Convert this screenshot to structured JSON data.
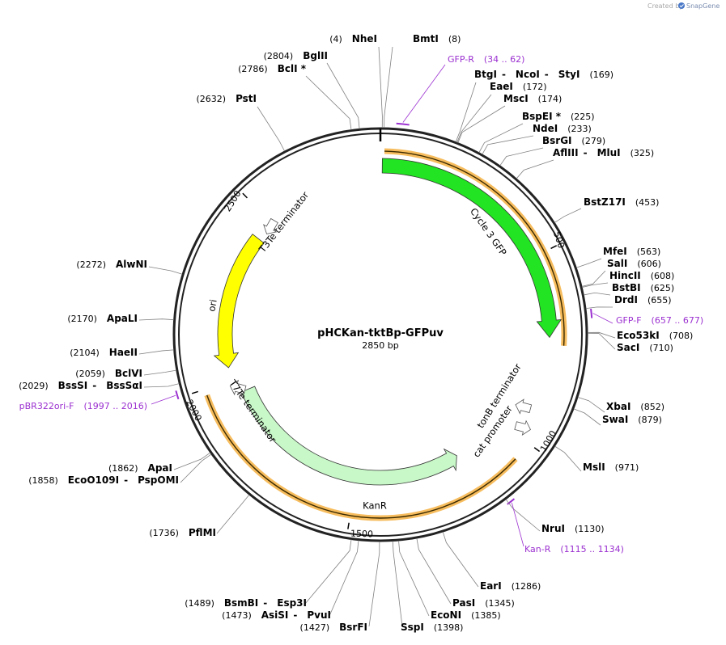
{
  "credit": {
    "created_by": "Created by",
    "brand": "SnapGene"
  },
  "map": {
    "name": "pHCKan-tktBp-GFPuv",
    "length_label": "2850 bp",
    "length": 2850
  },
  "ticks": [
    {
      "pos": 500,
      "label": "500"
    },
    {
      "pos": 1000,
      "label": "1000"
    },
    {
      "pos": 1500,
      "label": "1500"
    },
    {
      "pos": 2000,
      "label": "2000"
    },
    {
      "pos": 2500,
      "label": "2500"
    }
  ],
  "features": [
    {
      "name": "Cycle 3 GFP",
      "start": 0,
      "end": 720,
      "strand": 1,
      "color": "#22e422",
      "type": "cds"
    },
    {
      "name": "KanR",
      "start": 1170,
      "end": 1960,
      "strand": -1,
      "color": "#c8f7c8",
      "type": "cds"
    },
    {
      "name": "ori",
      "start": 2040,
      "end": 2440,
      "strand": -1,
      "color": "#ffff00",
      "type": "ori"
    },
    {
      "name": "T3Te terminator",
      "start": 2470,
      "end": 2510,
      "strand": -1,
      "color": "#ffffff",
      "type": "terminator"
    },
    {
      "name": "T7Te terminator",
      "start": 1960,
      "end": 1990,
      "strand": -1,
      "color": "#ffffff",
      "type": "terminator"
    },
    {
      "name": "tonB terminator",
      "start": 950,
      "end": 985,
      "strand": 1,
      "color": "#ffffff",
      "type": "terminator"
    },
    {
      "name": "cat promoter",
      "start": 905,
      "end": 960,
      "strand": -1,
      "color": "#ffffff",
      "type": "promoter"
    }
  ],
  "orange_arcs": [
    {
      "name": "tktBp-GFPuv region",
      "start": 10,
      "end": 740,
      "color": "#f5b041"
    },
    {
      "name": "kan region",
      "start": 1050,
      "end": 1985,
      "color": "#f5b041"
    }
  ],
  "enzymes": [
    {
      "id": "nhei",
      "parts": [
        {
          "pos": "(4)"
        },
        {
          "name": "NheI"
        }
      ],
      "site": 4
    },
    {
      "id": "bmti",
      "parts": [
        {
          "name": "BmtI"
        },
        {
          "pos": "(8)"
        }
      ],
      "site": 8
    },
    {
      "id": "bglii",
      "parts": [
        {
          "pos": "(2804)"
        },
        {
          "name": "BglII"
        }
      ],
      "site": 2804
    },
    {
      "id": "bcli",
      "parts": [
        {
          "pos": "(2786)"
        },
        {
          "name": "BclI *"
        }
      ],
      "site": 2786
    },
    {
      "id": "psti",
      "parts": [
        {
          "pos": "(2632)"
        },
        {
          "name": "PstI"
        }
      ],
      "site": 2632
    },
    {
      "id": "btgi",
      "parts": [
        {
          "name": "BtgI"
        },
        {
          "sep": "-"
        },
        {
          "name": "NcoI"
        },
        {
          "sep": "-"
        },
        {
          "name": "StyI"
        },
        {
          "pos": "(169)"
        }
      ],
      "site": 169
    },
    {
      "id": "eaei",
      "parts": [
        {
          "name": "EaeI"
        },
        {
          "pos": "(172)"
        }
      ],
      "site": 172
    },
    {
      "id": "msci",
      "parts": [
        {
          "name": "MscI"
        },
        {
          "pos": "(174)"
        }
      ],
      "site": 174
    },
    {
      "id": "bspei",
      "parts": [
        {
          "name": "BspEI *"
        },
        {
          "pos": "(225)"
        }
      ],
      "site": 225
    },
    {
      "id": "ndei",
      "parts": [
        {
          "name": "NdeI"
        },
        {
          "pos": "(233)"
        }
      ],
      "site": 233
    },
    {
      "id": "bsrgi",
      "parts": [
        {
          "name": "BsrGI"
        },
        {
          "pos": "(279)"
        }
      ],
      "site": 279
    },
    {
      "id": "afliii",
      "parts": [
        {
          "name": "AflIII"
        },
        {
          "sep": "-"
        },
        {
          "name": "MluI"
        },
        {
          "pos": "(325)"
        }
      ],
      "site": 325
    },
    {
      "id": "bstz17i",
      "parts": [
        {
          "name": "BstZ17I"
        },
        {
          "pos": "(453)"
        }
      ],
      "site": 453
    },
    {
      "id": "mfei",
      "parts": [
        {
          "name": "MfeI"
        },
        {
          "pos": "(563)"
        }
      ],
      "site": 563
    },
    {
      "id": "sali",
      "parts": [
        {
          "name": "SalI"
        },
        {
          "pos": "(606)"
        }
      ],
      "site": 606
    },
    {
      "id": "hincii",
      "parts": [
        {
          "name": "HincII"
        },
        {
          "pos": "(608)"
        }
      ],
      "site": 608
    },
    {
      "id": "bstbi",
      "parts": [
        {
          "name": "BstBI"
        },
        {
          "pos": "(625)"
        }
      ],
      "site": 625
    },
    {
      "id": "drdi",
      "parts": [
        {
          "name": "DrdI"
        },
        {
          "pos": "(655)"
        }
      ],
      "site": 655
    },
    {
      "id": "eco53ki",
      "parts": [
        {
          "name": "Eco53kI"
        },
        {
          "pos": "(708)"
        }
      ],
      "site": 708
    },
    {
      "id": "saci",
      "parts": [
        {
          "name": "SacI"
        },
        {
          "pos": "(710)"
        }
      ],
      "site": 710
    },
    {
      "id": "xbai",
      "parts": [
        {
          "name": "XbaI"
        },
        {
          "pos": "(852)"
        }
      ],
      "site": 852
    },
    {
      "id": "swai",
      "parts": [
        {
          "name": "SwaI"
        },
        {
          "pos": "(879)"
        }
      ],
      "site": 879
    },
    {
      "id": "msli",
      "parts": [
        {
          "name": "MslI"
        },
        {
          "pos": "(971)"
        }
      ],
      "site": 971
    },
    {
      "id": "nrui",
      "parts": [
        {
          "name": "NruI"
        },
        {
          "pos": "(1130)"
        }
      ],
      "site": 1130
    },
    {
      "id": "eari",
      "parts": [
        {
          "name": "EarI"
        },
        {
          "pos": "(1286)"
        }
      ],
      "site": 1286
    },
    {
      "id": "pasi",
      "parts": [
        {
          "name": "PasI"
        },
        {
          "pos": "(1345)"
        }
      ],
      "site": 1345
    },
    {
      "id": "econi",
      "parts": [
        {
          "name": "EcoNI"
        },
        {
          "pos": "(1385)"
        }
      ],
      "site": 1385
    },
    {
      "id": "sspi",
      "parts": [
        {
          "name": "SspI"
        },
        {
          "pos": "(1398)"
        }
      ],
      "site": 1398
    },
    {
      "id": "bsrfi",
      "parts": [
        {
          "pos": "(1427)"
        },
        {
          "name": "BsrFI"
        }
      ],
      "site": 1427
    },
    {
      "id": "asisi",
      "parts": [
        {
          "pos": "(1473)"
        },
        {
          "name": "AsiSI"
        },
        {
          "sep": "-"
        },
        {
          "name": "PvuI"
        }
      ],
      "site": 1473
    },
    {
      "id": "bsmbi",
      "parts": [
        {
          "pos": "(1489)"
        },
        {
          "name": "BsmBI"
        },
        {
          "sep": "-"
        },
        {
          "name": "Esp3I"
        }
      ],
      "site": 1489
    },
    {
      "id": "pflmi",
      "parts": [
        {
          "pos": "(1736)"
        },
        {
          "name": "PflMI"
        }
      ],
      "site": 1736
    },
    {
      "id": "ecoo109i",
      "parts": [
        {
          "pos": "(1858)"
        },
        {
          "name": "EcoO109I"
        },
        {
          "sep": "-"
        },
        {
          "name": "PspOMI"
        }
      ],
      "site": 1858
    },
    {
      "id": "apai",
      "parts": [
        {
          "pos": "(1862)"
        },
        {
          "name": "ApaI"
        }
      ],
      "site": 1862
    },
    {
      "id": "bsssi",
      "parts": [
        {
          "pos": "(2029)"
        },
        {
          "name": "BssSI"
        },
        {
          "sep": "-"
        },
        {
          "name": "BssSαI"
        }
      ],
      "site": 2029
    },
    {
      "id": "bclvi",
      "parts": [
        {
          "pos": "(2059)"
        },
        {
          "name": "BclVI"
        }
      ],
      "site": 2059
    },
    {
      "id": "haeii",
      "parts": [
        {
          "pos": "(2104)"
        },
        {
          "name": "HaeII"
        }
      ],
      "site": 2104
    },
    {
      "id": "apali",
      "parts": [
        {
          "pos": "(2170)"
        },
        {
          "name": "ApaLI"
        }
      ],
      "site": 2170
    },
    {
      "id": "alwni",
      "parts": [
        {
          "pos": "(2272)"
        },
        {
          "name": "AlwNI"
        }
      ],
      "site": 2272
    }
  ],
  "primers": [
    {
      "id": "gfpr",
      "name": "GFP-R",
      "range": "(34 .. 62)",
      "start": 34,
      "end": 62,
      "color": "#9b30d0"
    },
    {
      "id": "gfpf",
      "name": "GFP-F",
      "range": "(657 .. 677)",
      "start": 657,
      "end": 677,
      "color": "#9b30d0"
    },
    {
      "id": "kanr",
      "name": "Kan-R",
      "range": "(1115 .. 1134)",
      "start": 1115,
      "end": 1134,
      "color": "#9b30d0"
    },
    {
      "id": "pbr",
      "name": "pBR322ori-F",
      "range": "(1997 .. 2016)",
      "start": 1997,
      "end": 2016,
      "color": "#9b30d0"
    }
  ]
}
